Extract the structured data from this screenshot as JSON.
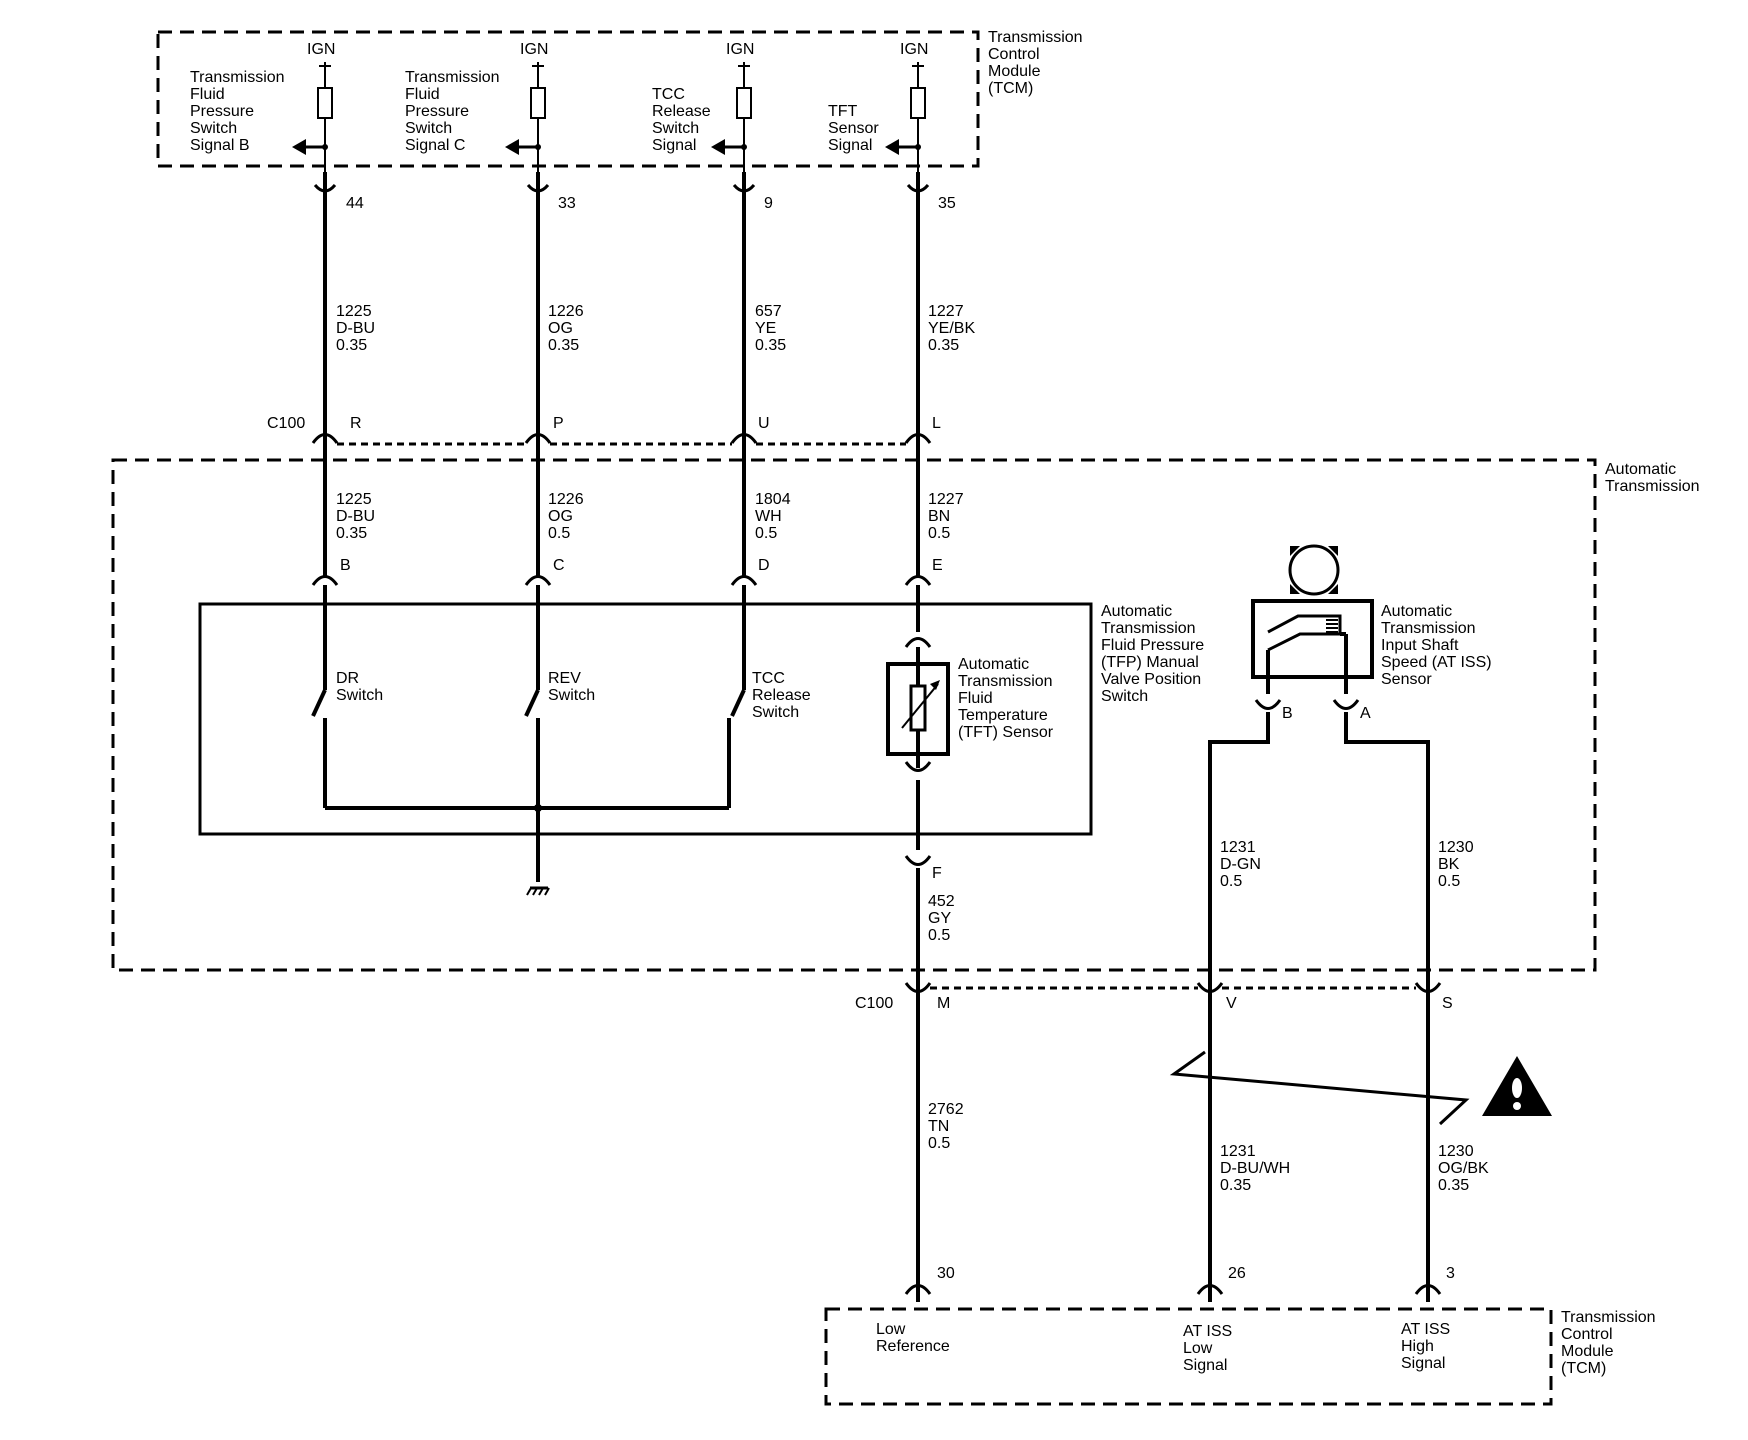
{
  "tcm_top": {
    "label": [
      "Transmission",
      "Control",
      "Module",
      "(TCM)"
    ],
    "ign": "IGN",
    "signals": [
      {
        "label": [
          "Transmission",
          "Fluid",
          "Pressure",
          "Switch",
          "Signal B"
        ]
      },
      {
        "label": [
          "Transmission",
          "Fluid",
          "Pressure",
          "Switch",
          "Signal C"
        ]
      },
      {
        "label": [
          "TCC",
          "Release",
          "Switch",
          "Signal"
        ]
      },
      {
        "label": [
          "TFT",
          "Sensor",
          "Signal"
        ]
      }
    ]
  },
  "tcm_pins": [
    "44",
    "33",
    "9",
    "35"
  ],
  "upper_wires": [
    {
      "circuit": "1225",
      "color": "D-BU",
      "size": "0.35"
    },
    {
      "circuit": "1226",
      "color": "OG",
      "size": "0.35"
    },
    {
      "circuit": "657",
      "color": "YE",
      "size": "0.35"
    },
    {
      "circuit": "1227",
      "color": "YE/BK",
      "size": "0.35"
    }
  ],
  "c100_top": {
    "name": "C100",
    "pins": [
      "R",
      "P",
      "U",
      "L"
    ]
  },
  "automatic_transmission": {
    "label": [
      "Automatic",
      "Transmission"
    ]
  },
  "inner_wires": [
    {
      "circuit": "1225",
      "color": "D-BU",
      "size": "0.35"
    },
    {
      "circuit": "1226",
      "color": "OG",
      "size": "0.5"
    },
    {
      "circuit": "1804",
      "color": "WH",
      "size": "0.5"
    },
    {
      "circuit": "1227",
      "color": "BN",
      "size": "0.5"
    }
  ],
  "switch_pins": [
    "B",
    "C",
    "D",
    "E"
  ],
  "switches": [
    {
      "label": [
        "DR",
        "Switch"
      ]
    },
    {
      "label": [
        "REV",
        "Switch"
      ]
    },
    {
      "label": [
        "TCC",
        "Release",
        "Switch"
      ]
    }
  ],
  "tft_sensor": {
    "label": [
      "Automatic",
      "Transmission",
      "Fluid",
      "Temperature",
      "(TFT) Sensor"
    ]
  },
  "tfp_switch": {
    "label": [
      "Automatic",
      "Transmission",
      "Fluid Pressure",
      "(TFP) Manual",
      "Valve Position",
      "Switch"
    ]
  },
  "pin_f": {
    "pin": "F",
    "circuit": "452",
    "color": "GY",
    "size": "0.5"
  },
  "iss_sensor": {
    "label": [
      "Automatic",
      "Transmission",
      "Input Shaft",
      "Speed (AT ISS)",
      "Sensor"
    ],
    "pins": [
      "B",
      "A"
    ]
  },
  "iss_wires": [
    {
      "circuit": "1231",
      "color": "D-GN",
      "size": "0.5"
    },
    {
      "circuit": "1230",
      "color": "BK",
      "size": "0.5"
    }
  ],
  "c100_bottom": {
    "name": "C100",
    "pins": [
      "M",
      "V",
      "S"
    ]
  },
  "lower_wires": [
    {
      "circuit": "2762",
      "color": "TN",
      "size": "0.5"
    },
    {
      "circuit": "1231",
      "color": "D-BU/WH",
      "size": "0.35"
    },
    {
      "circuit": "1230",
      "color": "OG/BK",
      "size": "0.35"
    }
  ],
  "tcm_bottom_pins": [
    "30",
    "26",
    "3"
  ],
  "tcm_bottom": {
    "label": [
      "Transmission",
      "Control",
      "Module",
      "(TCM)"
    ],
    "signals": [
      {
        "label": [
          "Low",
          "Reference"
        ]
      },
      {
        "label": [
          "AT ISS",
          "Low",
          "Signal"
        ]
      },
      {
        "label": [
          "AT ISS",
          "High",
          "Signal"
        ]
      }
    ]
  },
  "icons": [
    "warning-icon",
    "ground-icon",
    "thermistor-icon",
    "magnetic-sensor-icon",
    "reluctor-wheel-icon"
  ]
}
